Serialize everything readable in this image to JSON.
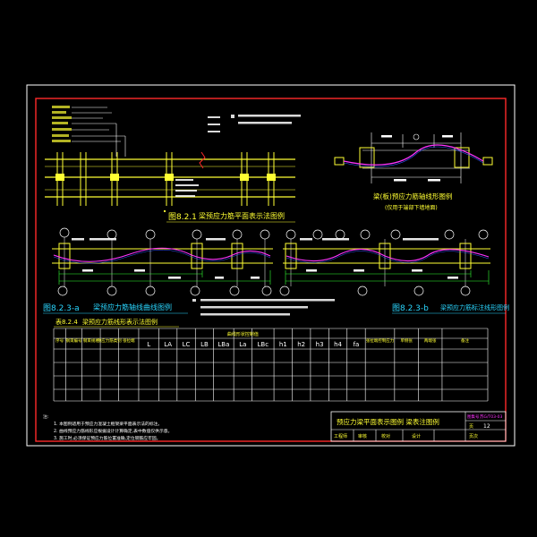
{
  "drawing": {
    "fig_plan": "图8.2.1",
    "fig_plan_title": "梁预应力筋平面表示法图例",
    "fig_beam_a": "图8.2.3-a",
    "fig_beam_a_title": "梁预应力筋轴线曲线图例",
    "fig_beam_b": "图8.2.3-b",
    "fig_beam_b_title": "梁预应力筋标注线形图例",
    "fig_section_title": "梁(板)预应力筋轴线形图例",
    "fig_section_sub": "(仅用于端部下墙地面)",
    "table_caption": "表8.2.4",
    "table_caption_title": "梁预应力筋线形表示法图例",
    "table_headers": [
      "序号",
      "钢束编号",
      "钢束规格",
      "预应力筋类别",
      "张拉端",
      "L",
      "LA",
      "LC",
      "LB",
      "LBa",
      "La",
      "LBc",
      "h1",
      "h2",
      "h3",
      "h4",
      "fa",
      "张拉端控制应力",
      "单侧张",
      "两端张",
      "备注"
    ],
    "table_group_header": "曲线形状控制值",
    "notes": [
      "注:",
      "1. 本图例适用于预应力混凝土框架梁平面表示法的标注。",
      "2. 曲线预应力筋线形应根据设计计算确定,表中数值仅供示意。",
      "3. 施工时,必须保证预应力筋位置准确,定位钢筋应牢固。"
    ],
    "title_block": {
      "title": "预应力梁平面表示图例  梁表注图例",
      "drawing_no": "图集号",
      "drawing_no_val": "苏G/T03-03",
      "page_label": "页",
      "page_no": "12",
      "row2_a": "工程师",
      "row2_b": "审核",
      "row2_c": "校对",
      "row2_d": "设计",
      "row2_e": "页次"
    }
  },
  "colors": {
    "background": "#000000",
    "border": "#ff2a2a",
    "frame": "#ffffff",
    "text_yellow": "#ffff33",
    "text_white": "#ffffff",
    "cyan": "#2ad6ff",
    "green": "#33ff33",
    "magenta": "#ff33ff",
    "blue": "#3355ff"
  }
}
